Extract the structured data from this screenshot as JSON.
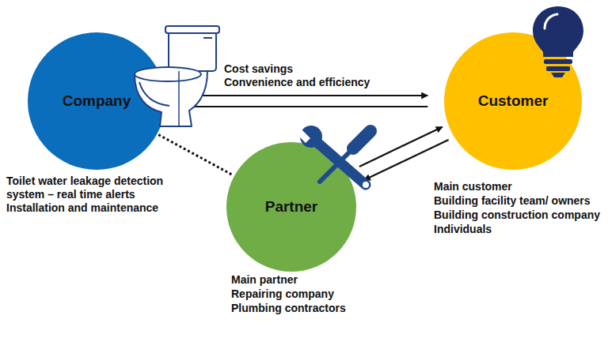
{
  "diagram": {
    "nodes": [
      {
        "text": [
          "Company"
        ]
      },
      {
        "text": [
          "Customer"
        ]
      },
      {
        "text": [
          "Partner"
        ]
      }
    ],
    "edges": [
      {
        "from": 0,
        "to": 1,
        "arrow": "to"
      },
      {
        "from": 1,
        "to": 0,
        "arrow": "to"
      },
      {
        "from": 2,
        "to": 1,
        "arrow": "to"
      },
      {
        "from": 1,
        "to": 2,
        "arrow": "to"
      },
      {
        "from": 0,
        "to": 2,
        "arrow": "none"
      }
    ],
    "labels": [
      "Cost savings",
      "Convenience and efficiency",
      "Toilet water leakage detection system – real time alerts",
      "Installation and maintenance",
      "Main customer",
      "Building facility team/ owners",
      "Building construction company",
      "Individuals",
      "Main partner",
      "Repairing company",
      "Plumbing contractors"
    ]
  }
}
